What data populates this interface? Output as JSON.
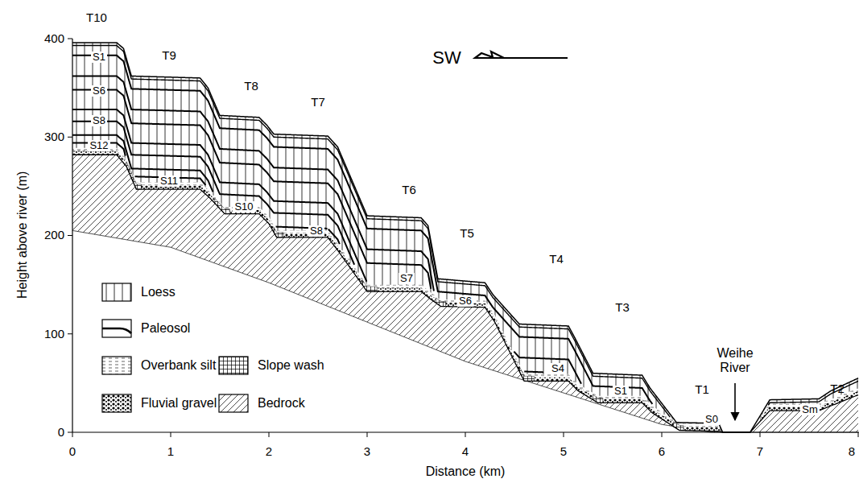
{
  "diagram": {
    "labels": [
      "SW",
      "T10",
      "T9",
      "T8",
      "T7",
      "T6",
      "T5",
      "T4",
      "T3",
      "T1",
      "T2",
      "S1",
      "S6",
      "S8",
      "S12",
      "S11",
      "S10",
      "S8",
      "S7",
      "S6",
      "S4",
      "S1",
      "S0",
      "Sm",
      "Weihe River",
      "Height above river (m)",
      "Distance (km)",
      "0",
      "100",
      "200",
      "300",
      "400",
      "0",
      "1",
      "2",
      "3",
      "4",
      "5",
      "6",
      "7",
      "8"
    ],
    "legend": [
      {
        "text": "Loess"
      },
      {
        "text": "Paleosol"
      },
      {
        "text": "Overbank silt"
      },
      {
        "text": "Slope wash"
      },
      {
        "text": "Fluvial gravel"
      },
      {
        "text": "Bedrock"
      }
    ]
  }
}
